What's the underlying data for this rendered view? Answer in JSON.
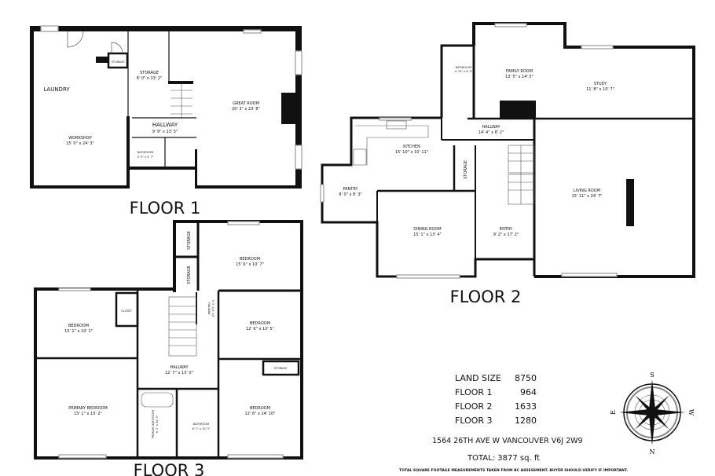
{
  "floors": [
    {
      "label": "FLOOR 1",
      "rooms": [
        {
          "name": "LAUNDRY",
          "dims": ""
        },
        {
          "name": "STORAGE",
          "dims": ""
        },
        {
          "name": "STORAGE",
          "dims": "6' 0\" x 13' 2\""
        },
        {
          "name": "GREAT ROOM",
          "dims": "20' 3\" x 23' 8\""
        },
        {
          "name": "HALLWAY",
          "dims": "9' 9\" x 13' 5\""
        },
        {
          "name": "BATHROOM",
          "dims": "5' 9\" x 4' 7\""
        },
        {
          "name": "WORKSHOP",
          "dims": "15' 0\" x 24' 3\""
        }
      ]
    },
    {
      "label": "FLOOR 2",
      "rooms": [
        {
          "name": "FAMILY ROOM",
          "dims": "13' 5\" x 14' 5\""
        },
        {
          "name": "STUDY",
          "dims": "11' 8\" x 10' 7\""
        },
        {
          "name": "BATHROOM",
          "dims": "4' 10\" x 6' 9\""
        },
        {
          "name": "HALLWAY",
          "dims": "14' 4\" x 8' 2\""
        },
        {
          "name": "KITCHEN",
          "dims": "15' 10\" x 10' 11\""
        },
        {
          "name": "STORAGE",
          "dims": ""
        },
        {
          "name": "PANTRY",
          "dims": "8' 0\" x 8' 3\""
        },
        {
          "name": "DINING ROOM",
          "dims": "15' 1\" x 13' 4\""
        },
        {
          "name": "ENTRY",
          "dims": "9' 2\" x 17' 2\""
        },
        {
          "name": "LIVING ROOM",
          "dims": "15' 11\" x 24' 7\""
        }
      ]
    },
    {
      "label": "FLOOR 3",
      "rooms": [
        {
          "name": "STORAGE",
          "dims": ""
        },
        {
          "name": "STORAGE",
          "dims": ""
        },
        {
          "name": "BEDROOM",
          "dims": "15' 6\" x 10' 7\""
        },
        {
          "name": "CLOSET",
          "dims": ""
        },
        {
          "name": "BEDROOM",
          "dims": "15' 1\" x 10' 1\""
        },
        {
          "name": "HALLWAY",
          "dims": "3' 1\" x 4' 10\""
        },
        {
          "name": "BEDROOM",
          "dims": "12' 6\" x 10' 5\""
        },
        {
          "name": "HALLWAY",
          "dims": "12' 7\" x 15' 0\""
        },
        {
          "name": "STORAGE",
          "dims": ""
        },
        {
          "name": "PRIMARY BEDROOM",
          "dims": "15' 1\" x 15' 2\""
        },
        {
          "name": "PRIMARY BATHROOM",
          "dims": "6' 1\" x 10' 3\""
        },
        {
          "name": "BATHROOM",
          "dims": "6' 1\" x 10' 3\""
        },
        {
          "name": "BEDROOM",
          "dims": "12' 6\" x 14' 10\""
        }
      ]
    }
  ],
  "summary": {
    "rows": [
      {
        "label": "LAND SIZE",
        "value": "8750"
      },
      {
        "label": "FLOOR 1",
        "value": "964"
      },
      {
        "label": "FLOOR 2",
        "value": "1633"
      },
      {
        "label": "FLOOR 3",
        "value": "1280"
      }
    ],
    "address": "1564 26TH AVE W VANCOUVER V6J 2W9",
    "total": "TOTAL: 3877 sq. ft",
    "disclaimer": "TOTAL SQUARE FOOTAGE MEASUREMENTS TAKEN FROM BC ASSESSMENT. BUYER SHOULD VERIFY IF IMPORTANT."
  },
  "compass": {
    "north": "N",
    "south": "S",
    "east": "E",
    "west": "W"
  }
}
